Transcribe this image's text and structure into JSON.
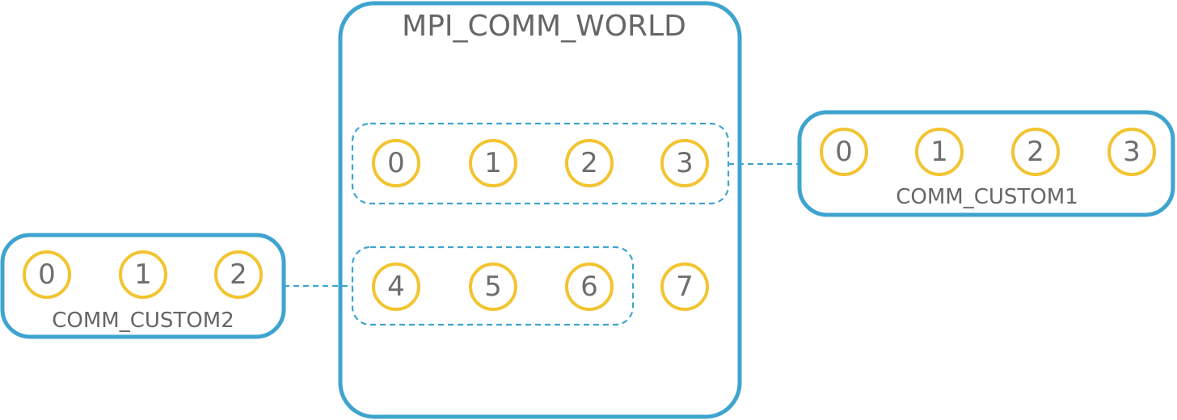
{
  "world": {
    "label": "MPI_COMM_WORLD",
    "ranks": [
      "0",
      "1",
      "2",
      "3",
      "4",
      "5",
      "6",
      "7"
    ]
  },
  "custom1": {
    "label": "COMM_CUSTOM1",
    "ranks": [
      "0",
      "1",
      "2",
      "3"
    ]
  },
  "custom2": {
    "label": "COMM_CUSTOM2",
    "ranks": [
      "0",
      "1",
      "2"
    ]
  },
  "colors": {
    "border": "#3ea4cf",
    "node": "#f3c431",
    "text": "#666666"
  }
}
